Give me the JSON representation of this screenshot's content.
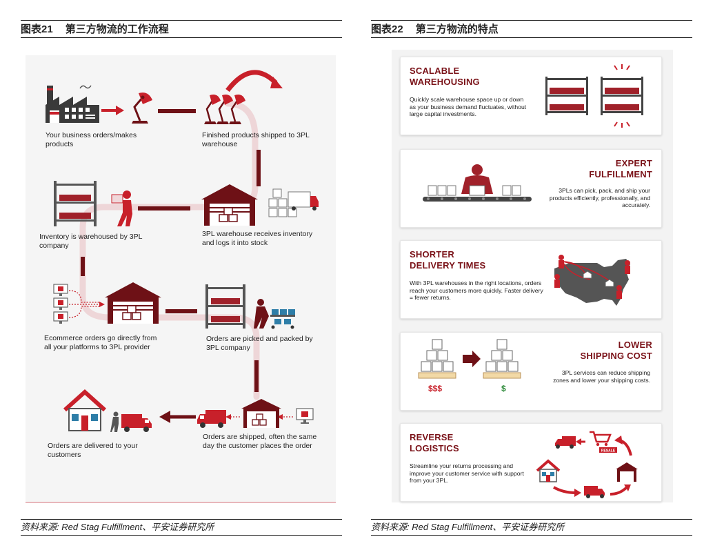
{
  "left_panel": {
    "figure_number": "图表21",
    "figure_title": "第三方物流的工作流程",
    "steps": [
      "Your business orders/makes products",
      "Finished products shipped to 3PL warehouse",
      "3PL warehouse receives inventory and logs it into stock",
      "Inventory is warehoused by 3PL company",
      "Ecommerce orders go directly from all your platforms to 3PL provider",
      "Orders are picked and packed by 3PL company",
      "Orders are shipped, often the same day the customer places the order",
      "Orders are delivered to your customers"
    ],
    "source": "资料来源: Red Stag Fulfillment、平安证券研究所"
  },
  "right_panel": {
    "figure_number": "图表22",
    "figure_title": "第三方物流的特点",
    "cards": [
      {
        "title_line1": "SCALABLE",
        "title_line2": "WAREHOUSING",
        "text": "Quickly scale warehouse space up or down as your business demand fluctuates, without large capital investments."
      },
      {
        "title_line1": "EXPERT",
        "title_line2": "FULFILLMENT",
        "text": "3PLs can pick, pack, and ship your products efficiently, professionally, and accurately."
      },
      {
        "title_line1": "SHORTER",
        "title_line2": "DELIVERY TIMES",
        "text": "With 3PL warehouses in the right locations, orders reach your customers more quickly. Faster delivery = fewer returns."
      },
      {
        "title_line1": "LOWER",
        "title_line2": "SHIPPING COST",
        "text": "3PL services can reduce shipping zones and lower your shipping costs."
      },
      {
        "title_line1": "REVERSE",
        "title_line2": "LOGISTICS",
        "text": "Streamline your returns processing and improve your customer service with support from your 3PL."
      }
    ],
    "price_before": "$$$",
    "price_after": "$",
    "resale_tag": "RESALE",
    "source": "资料来源: Red Stag Fulfillment、平安证券研究所"
  },
  "colors": {
    "dark_red": "#7a1218",
    "red": "#c8202a",
    "green": "#2e8b3a",
    "light_pink": "#e8c9cc"
  }
}
